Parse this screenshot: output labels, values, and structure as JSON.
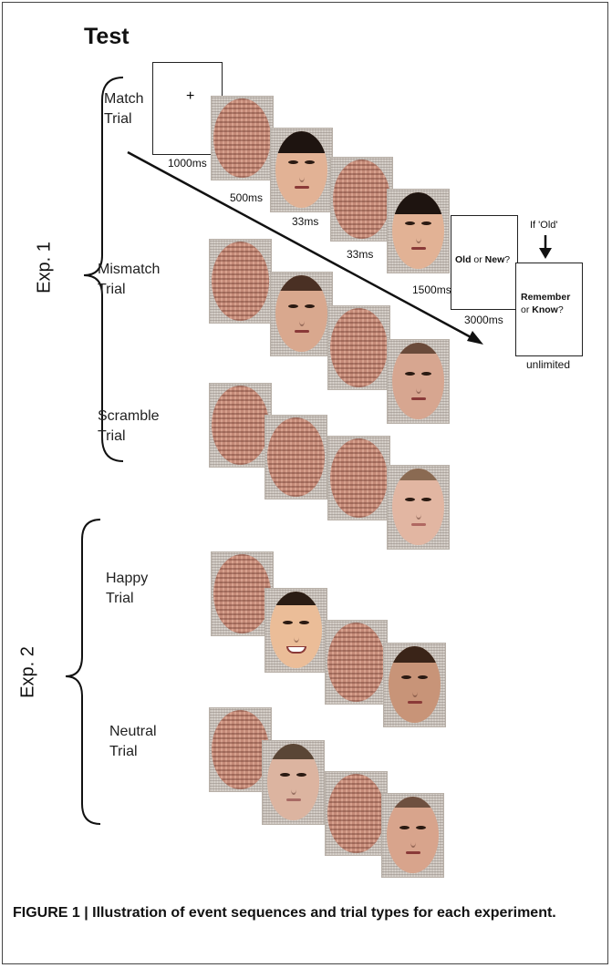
{
  "title": "Test",
  "experiments": [
    {
      "label": "Exp. 1",
      "trials": [
        "Match\nTrial",
        "Mismatch\nTrial",
        "Scramble\nTrial"
      ]
    },
    {
      "label": "Exp. 2",
      "trials": [
        "Happy\nTrial",
        "Neutral\nTrial"
      ]
    }
  ],
  "sequence": {
    "fixation_symbol": "+",
    "timings": [
      "1000ms",
      "500ms",
      "33ms",
      "33ms",
      "1500ms",
      "3000ms",
      "unlimited"
    ],
    "old_new_bold1": "Old",
    "old_new_mid": " or ",
    "old_new_bold2": "New",
    "old_new_end": "?",
    "if_old": "If 'Old'",
    "remember_bold": "Remember",
    "or_text": "or ",
    "know_bold": "Know",
    "know_end": "?"
  },
  "caption": "FIGURE 1 | Illustration of event sequences and trial types for each experiment."
}
